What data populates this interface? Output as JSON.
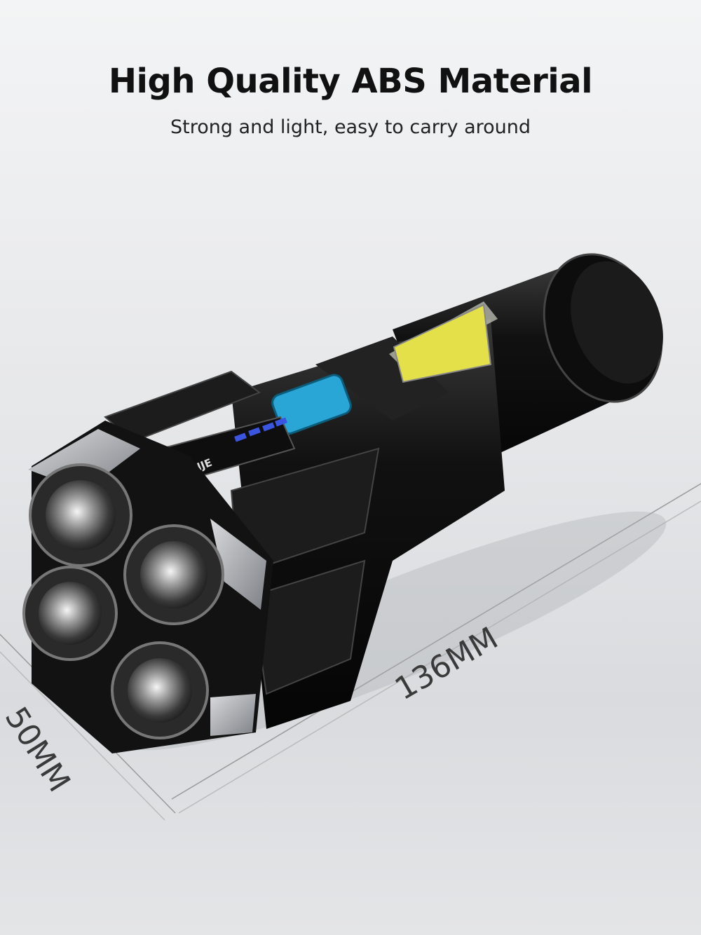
{
  "header": {
    "title": "High Quality ABS Material",
    "subtitle": "Strong and light, easy to carry around"
  },
  "product": {
    "brand_label": "TANJE",
    "dimensions": {
      "length": "136MM",
      "width": "50MM"
    },
    "colors": {
      "body": "#151515",
      "bezel": "#b9bcc0",
      "cob_light": "#e4e04a",
      "button": "#2aa6d6",
      "battery_led": "#3a56e0"
    }
  }
}
